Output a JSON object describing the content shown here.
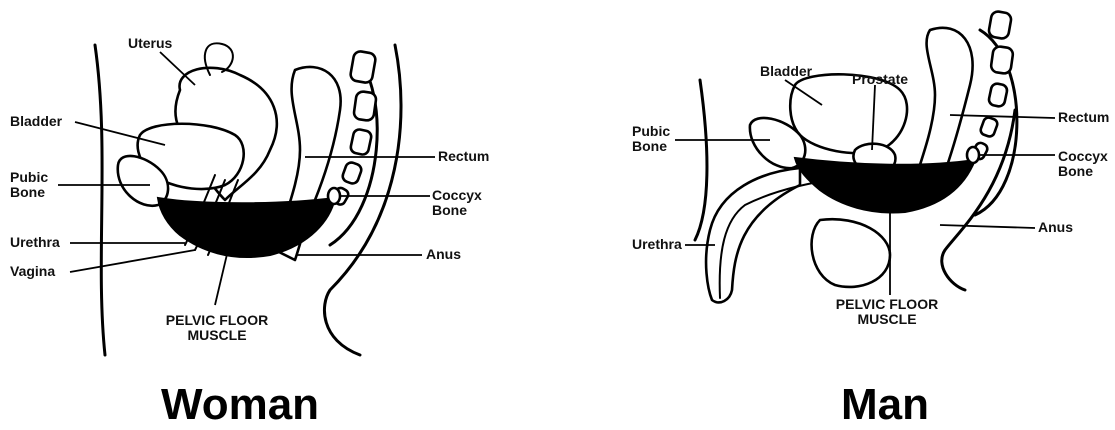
{
  "woman": {
    "caption": "Woman",
    "labels": {
      "uterus": "Uterus",
      "bladder": "Bladder",
      "pubic_bone": "Pubic\nBone",
      "urethra": "Urethra",
      "vagina": "Vagina",
      "rectum": "Rectum",
      "coccyx_bone": "Coccyx\nBone",
      "anus": "Anus",
      "pelvic_floor_muscle": "PELVIC FLOOR\nMUSCLE"
    }
  },
  "man": {
    "caption": "Man",
    "labels": {
      "bladder": "Bladder",
      "prostate": "Prostate",
      "pubic_bone": "Pubic\nBone",
      "urethra": "Urethra",
      "rectum": "Rectum",
      "coccyx_bone": "Coccyx\nBone",
      "anus": "Anus",
      "pelvic_floor_muscle": "PELVIC FLOOR\nMUSCLE"
    }
  }
}
